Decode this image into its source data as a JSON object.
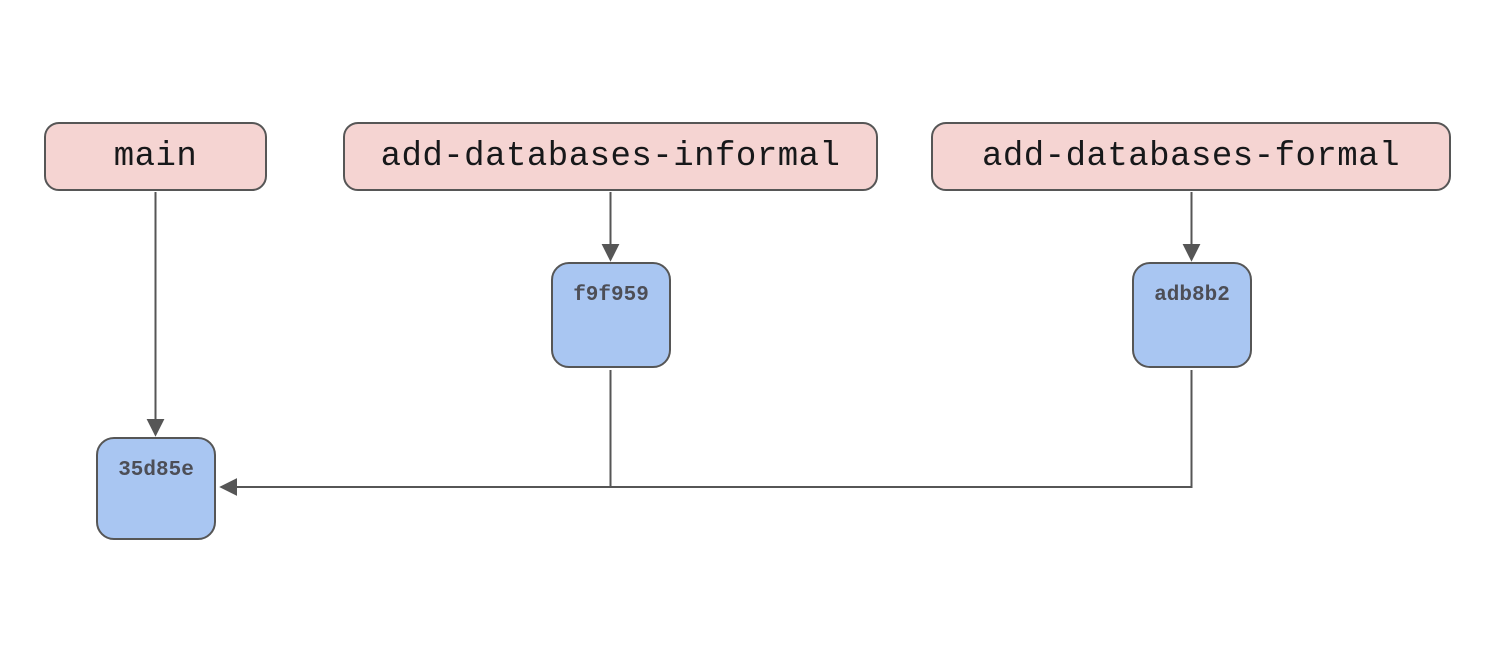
{
  "diagram": {
    "type": "git-branch-graph",
    "branches": [
      {
        "label": "main"
      },
      {
        "label": "add-databases-informal"
      },
      {
        "label": "add-databases-formal"
      }
    ],
    "commits": [
      {
        "id": "f9f959",
        "branch": "add-databases-informal"
      },
      {
        "id": "adb8b2",
        "branch": "add-databases-formal"
      },
      {
        "id": "35d85e",
        "branch": "main"
      }
    ],
    "edges": [
      {
        "from": "main",
        "to": "35d85e",
        "style": "arrow"
      },
      {
        "from": "add-databases-informal",
        "to": "f9f959",
        "style": "arrow"
      },
      {
        "from": "add-databases-formal",
        "to": "adb8b2",
        "style": "arrow"
      },
      {
        "from": "f9f959",
        "to": "35d85e",
        "style": "line-join"
      },
      {
        "from": "adb8b2",
        "to": "35d85e",
        "style": "arrow"
      }
    ]
  },
  "colors": {
    "branch-fill": "#f5d4d2",
    "commit-fill": "#a9c6f2",
    "node-border": "#565656",
    "edge-color": "#565656",
    "branch-text": "#17181a",
    "commit-text": "#4d4e56",
    "canvas-bg": "#ffffff"
  }
}
